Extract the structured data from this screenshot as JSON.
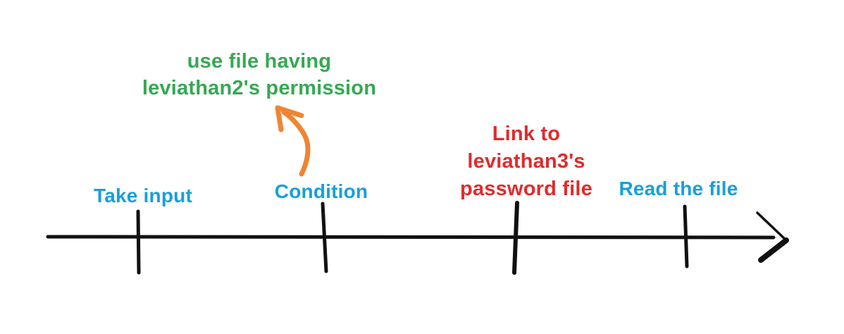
{
  "colors": {
    "blue": "#189fdd",
    "green": "#36a853",
    "red": "#e02b2e",
    "orange": "#f08434",
    "ink": "#111111"
  },
  "annotation": {
    "text": "use file having\nleviathan2's permission"
  },
  "timeline": {
    "steps": {
      "take_input": "Take input",
      "condition": "Condition",
      "link_block": "Link to\nleviathan3's\npassword file",
      "read_file": "Read the file"
    }
  }
}
